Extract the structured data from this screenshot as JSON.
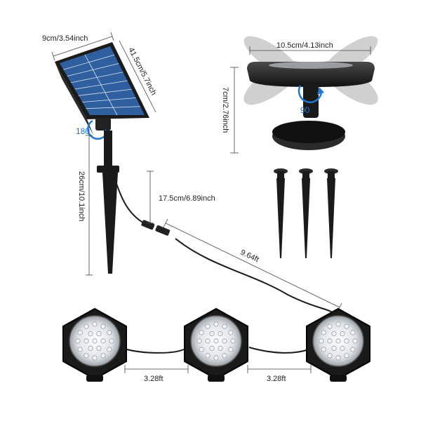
{
  "labels": {
    "panel_width": "9cm/3.54inch",
    "panel_length": "41.5cm/5.7inch",
    "panel_rotation": "180",
    "stake_height": "26cm/10.1inch",
    "cable_drop": "17.5cm/6.89inch",
    "main_cable": "9.64ft",
    "head_width": "10.5cm/4.13inch",
    "head_height": "7cm/2.76inch",
    "head_rotation": "90",
    "gap_left": "3.28ft",
    "gap_right": "3.28ft"
  },
  "colors": {
    "panel_cell": "#2f5f9e",
    "panel_frame": "#1b1b1b",
    "arrow_blue": "#1f77d4",
    "housing": "#1a1a1a"
  }
}
